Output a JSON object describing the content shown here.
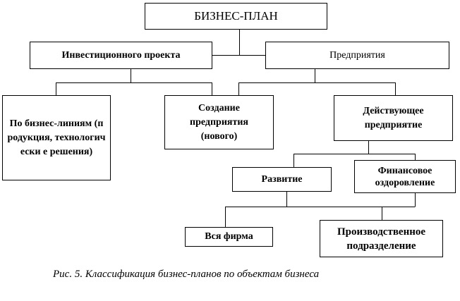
{
  "diagram": {
    "root": "БИЗНЕС-ПЛАН",
    "investment_project": "Инвестиционного проекта",
    "enterprise": "Предприятия",
    "by_business_lines": "По бизнес-линиям (продукция, технологически е решения)",
    "new_enterprise": "Создание предприятия (нового)",
    "operating_enterprise": "Действующее предприятие",
    "development": "Развитие",
    "financial_recovery": "Финансовое оздоровление",
    "whole_firm": "Вся фирма",
    "production_unit": "Производственное подразделение"
  },
  "caption": "Рис. 5. Классификация бизнес-планов по объектам бизнеса"
}
